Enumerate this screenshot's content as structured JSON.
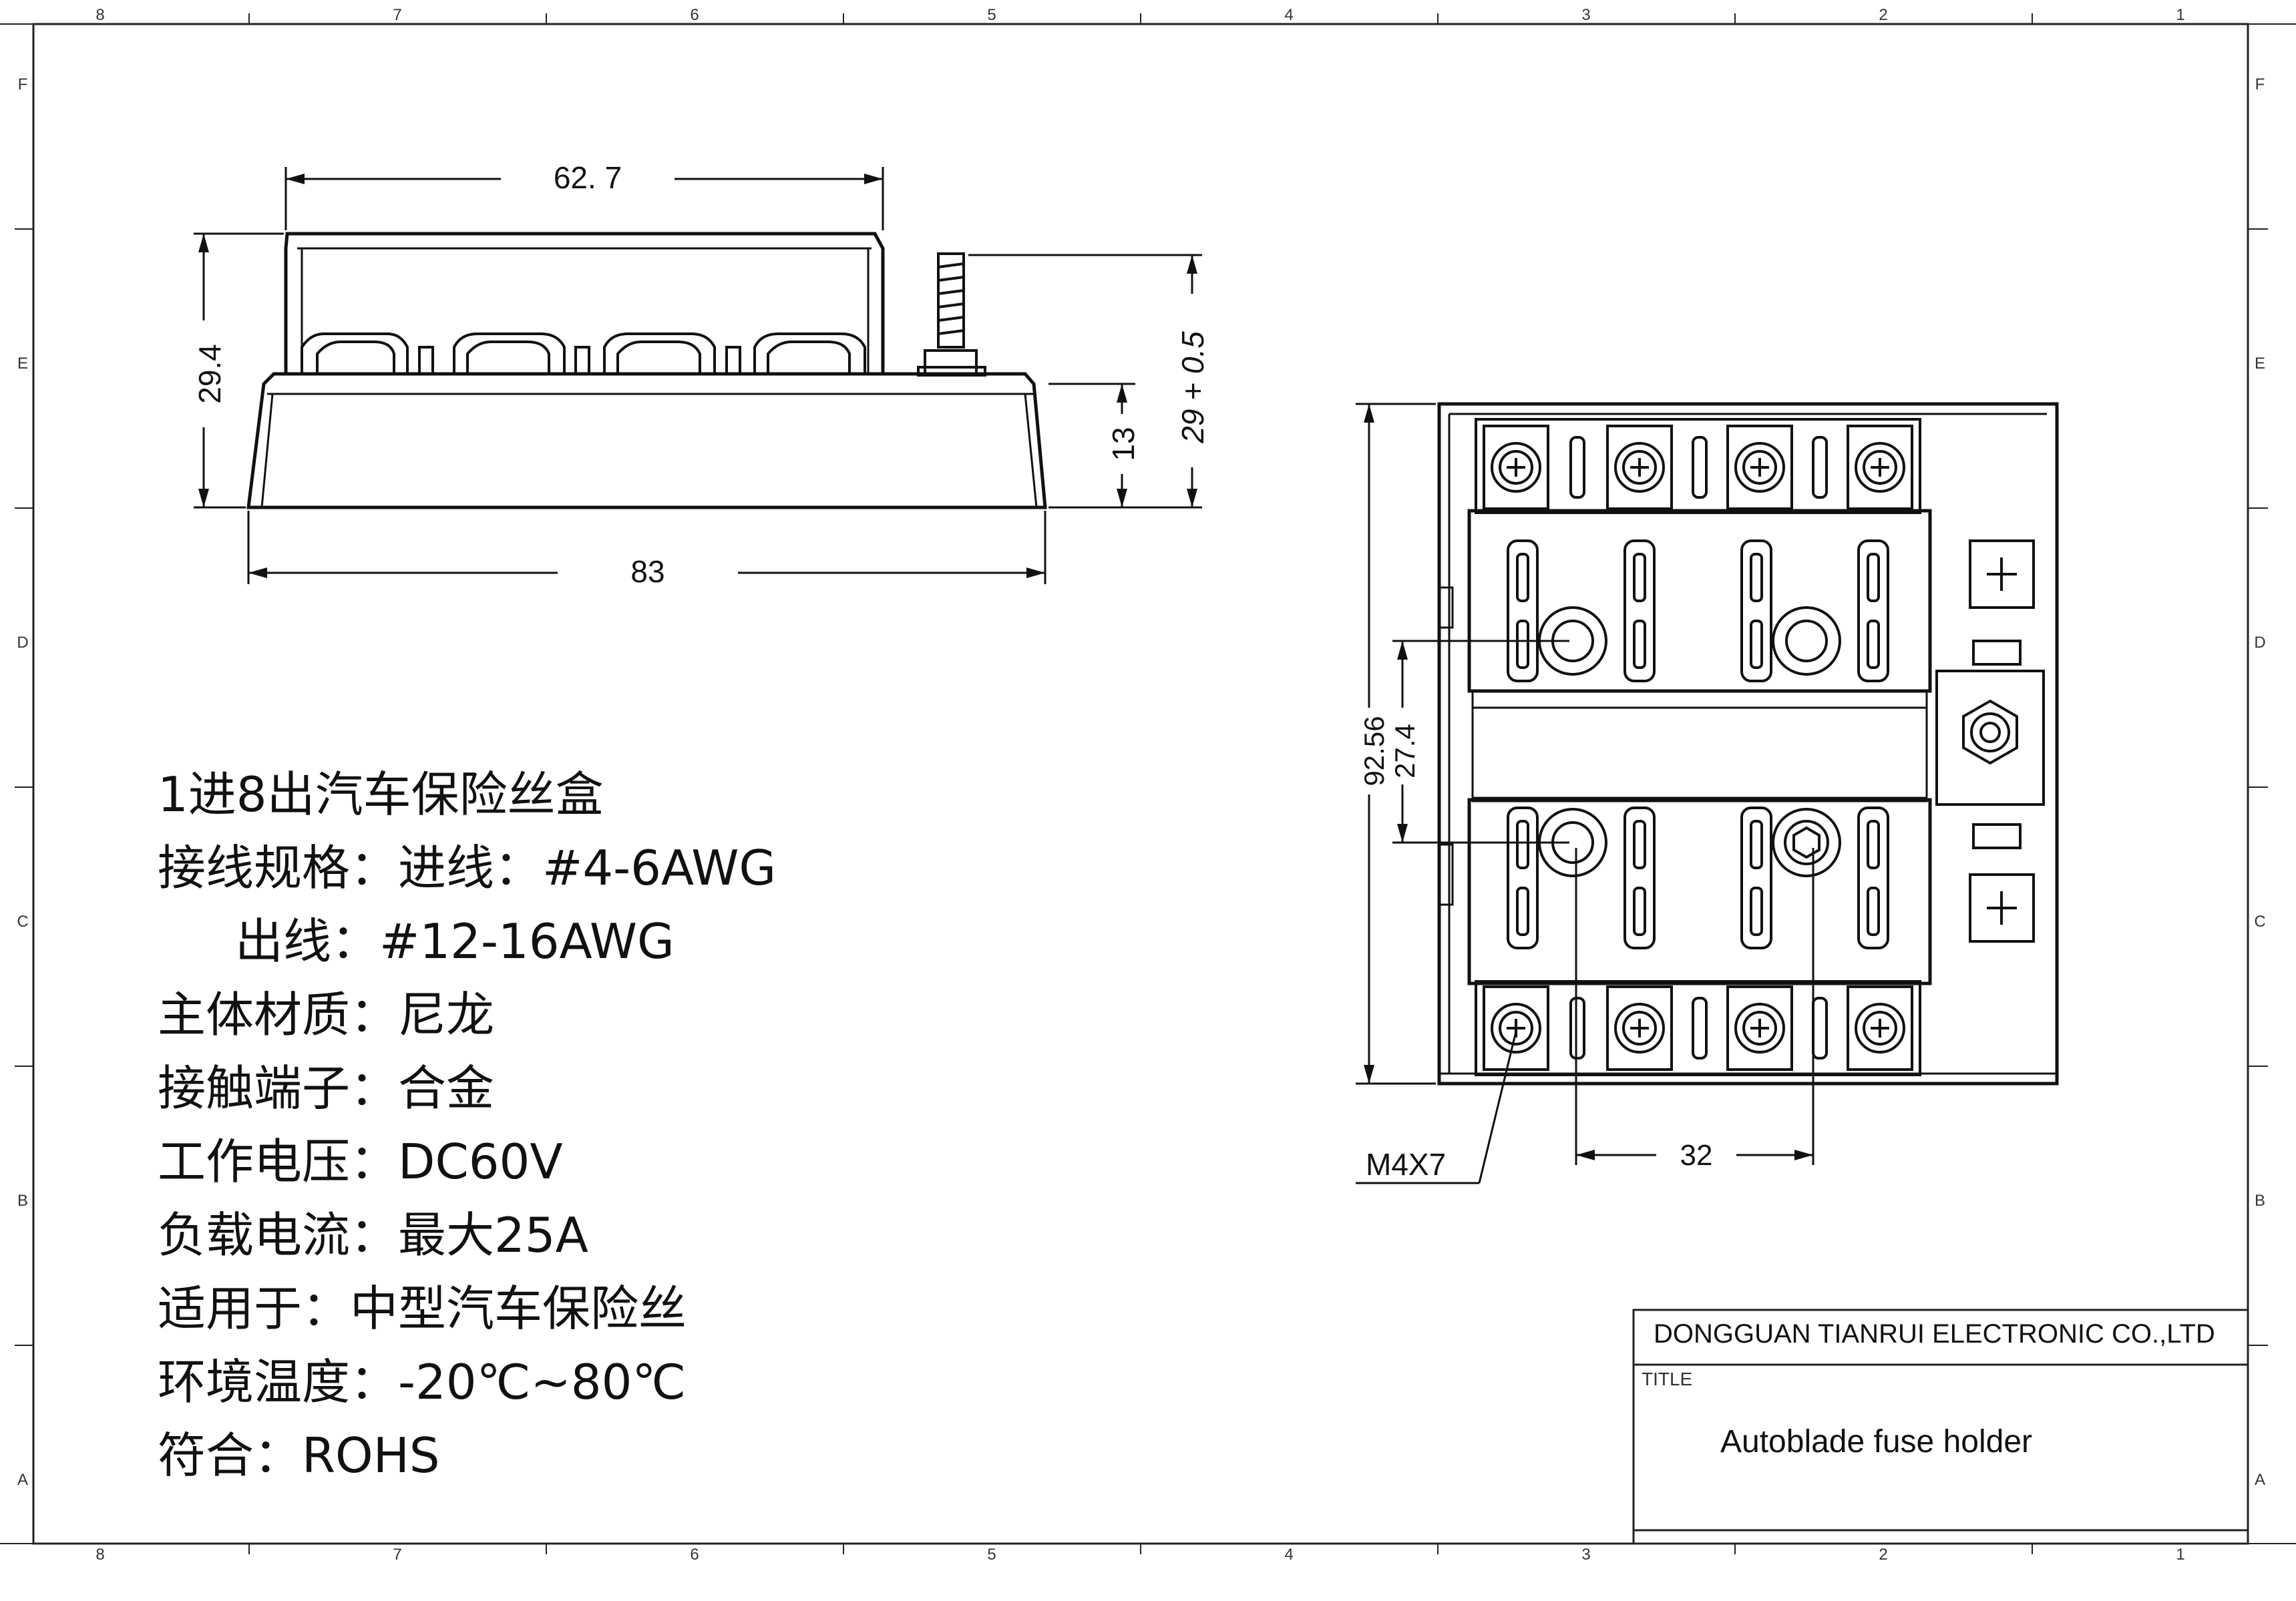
{
  "frame": {
    "top_columns": [
      "8",
      "7",
      "6",
      "5",
      "4",
      "3",
      "2",
      "1"
    ],
    "bottom_columns": [
      "8",
      "7",
      "6",
      "5",
      "4",
      "3",
      "2",
      "1"
    ],
    "left_rows": [
      "F",
      "E",
      "D",
      "C",
      "B",
      "A"
    ],
    "right_rows": [
      "F",
      "E",
      "D",
      "C",
      "B",
      "A"
    ]
  },
  "side_view": {
    "dim_top_width": "62. 7",
    "dim_bottom_width": "83",
    "dim_total_height": "29.4",
    "dim_base_height": "13",
    "dim_stud_height": "29 + 0.5"
  },
  "top_view": {
    "dim_overall_height": "92.56",
    "dim_fuse_pitch_v": "27.4",
    "dim_fuse_pitch_h": "32",
    "screw_callout": "M4X7"
  },
  "specs": [
    "1进8出汽车保险丝盒",
    "接线规格：进线：#4-6AWG",
    "出线：#12-16AWG",
    "主体材质：尼龙",
    "接触端子：合金",
    "工作电压：DC60V",
    "负载电流：最大25A",
    "适用于：中型汽车保险丝",
    "环境温度：-20℃~80℃",
    "符合：ROHS"
  ],
  "title_block": {
    "company": "DONGGUAN TIANRUI ELECTRONIC CO.,LTD",
    "title_label": "TITLE",
    "title": "Autoblade fuse holder"
  }
}
